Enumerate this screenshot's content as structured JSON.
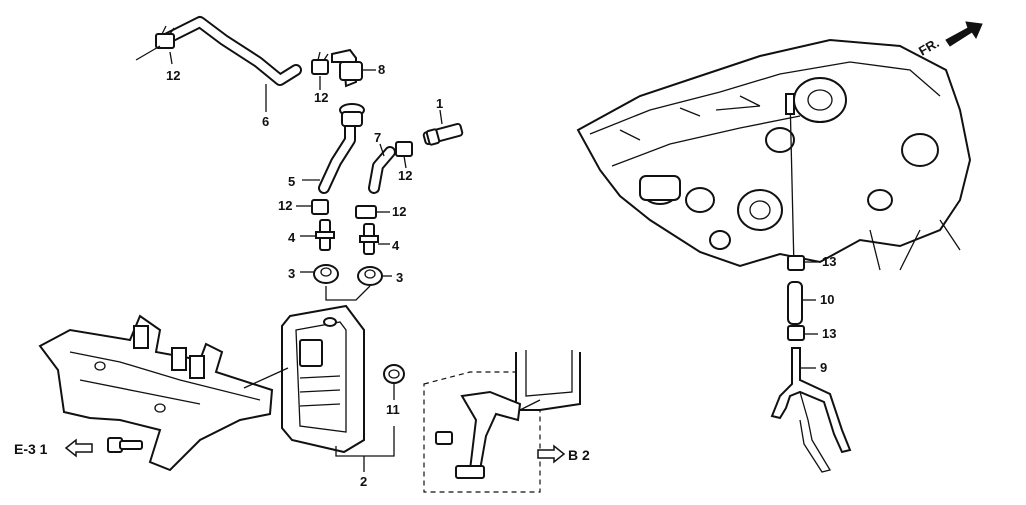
{
  "labels": {
    "p1": "1",
    "p2": "2",
    "p3a": "3",
    "p3b": "3",
    "p4a": "4",
    "p4b": "4",
    "p5": "5",
    "p6": "6",
    "p7": "7",
    "p8": "8",
    "p9": "9",
    "p10": "10",
    "p11": "11",
    "p12a": "12",
    "p12b": "12",
    "p12c": "12",
    "p12d": "12",
    "p12e": "12",
    "p13a": "13",
    "p13b": "13"
  },
  "refs": {
    "left": "E-3 1",
    "right": "B 2"
  },
  "direction": "FR."
}
